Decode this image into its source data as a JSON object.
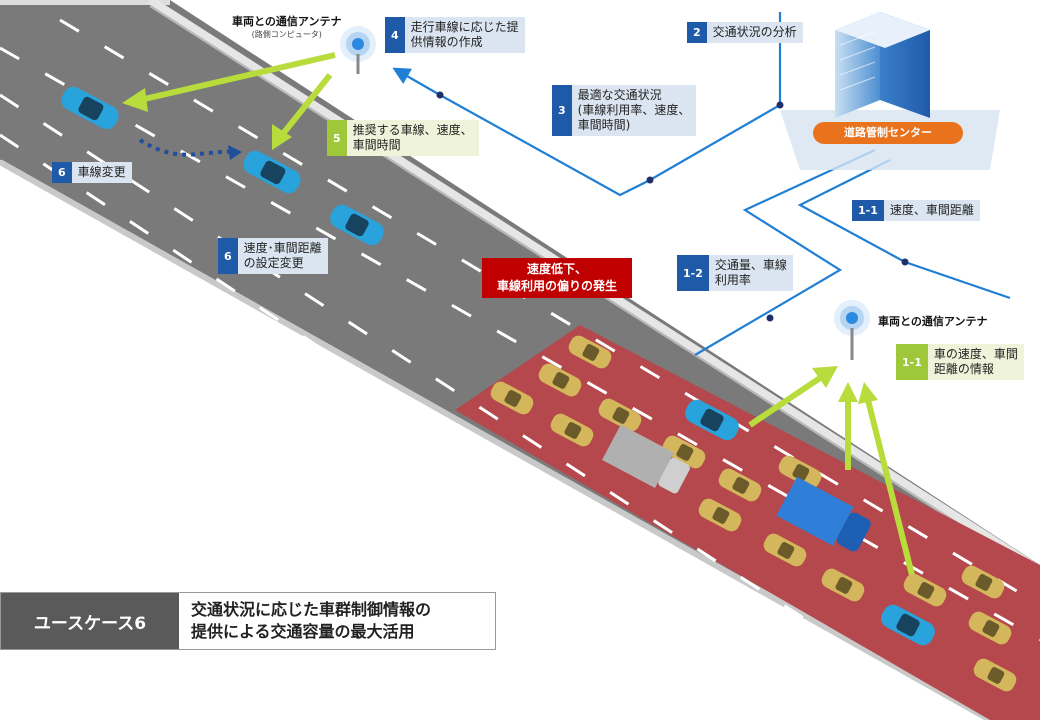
{
  "antennas": [
    {
      "title": "車両との通信アンテナ",
      "sub": "(路側コンピュータ)"
    },
    {
      "title": "車両との通信アンテナ",
      "sub": ""
    }
  ],
  "traffic_center": {
    "label": "道路管制センター"
  },
  "alert": {
    "text": "速度低下、\n車線利用の偏りの発生"
  },
  "steps": [
    {
      "id": "step-4",
      "num": "4",
      "text": "走行車線に応じた提\n供情報の作成",
      "style": "blue"
    },
    {
      "id": "step-2",
      "num": "2",
      "text": "交通状況の分析",
      "style": "blue"
    },
    {
      "id": "step-3",
      "num": "3",
      "text": "最適な交通状況\n(車線利用率、速度、\n車間時間)",
      "style": "blue"
    },
    {
      "id": "step-5",
      "num": "5",
      "text": "推奨する車線、速度、\n車間時間",
      "style": "green"
    },
    {
      "id": "step-6a",
      "num": "6",
      "text": "車線変更",
      "style": "blue"
    },
    {
      "id": "step-6b",
      "num": "6",
      "text": "速度･車間距離\nの設定変更",
      "style": "blue"
    },
    {
      "id": "step-1-1a",
      "num": "1-1",
      "text": "速度、車間距離",
      "style": "blue"
    },
    {
      "id": "step-1-2",
      "num": "1-2",
      "text": "交通量、車線\n利用率",
      "style": "blue"
    },
    {
      "id": "step-1-1b",
      "num": "1-1",
      "text": "車の速度、車間\n距離の情報",
      "style": "green"
    }
  ],
  "usecase": {
    "tag": "ユースケース6",
    "title": "交通状況に応じた車群制御情報の\n提供による交通容量の最大活用"
  },
  "colors": {
    "road_gray": "#7a7a7a",
    "congestion_red": "#b5484d",
    "flow_blue": "#1f7fd4",
    "signal_green": "#b8dc3c"
  }
}
